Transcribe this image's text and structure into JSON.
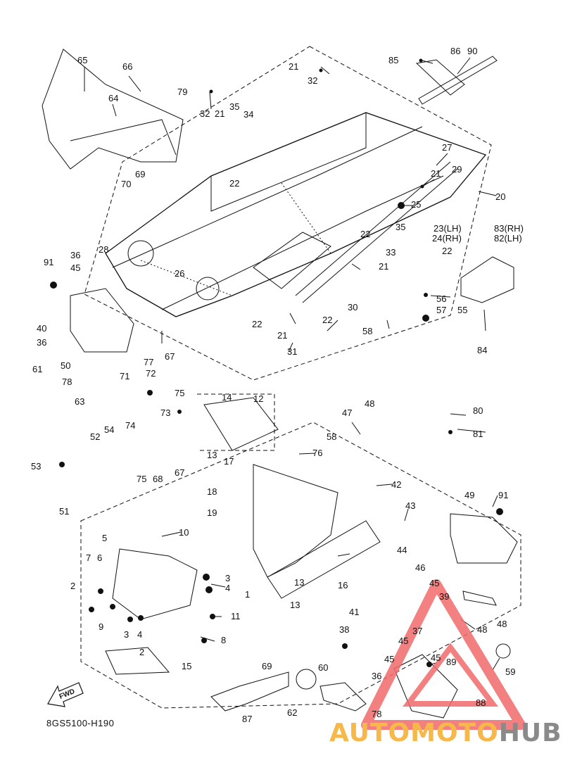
{
  "diagram": {
    "code": "8GS5100-H190",
    "fwd_label": "FWD",
    "watermark": {
      "part1": "AUTOMOTO",
      "part2": "HUB",
      "color_main": "#f7b84a",
      "color_secondary": "#8a8a8a",
      "logo_color": "#f26b6b"
    }
  },
  "callouts": [
    "65",
    "66",
    "64",
    "79",
    "21",
    "32",
    "35",
    "34",
    "70",
    "69",
    "85",
    "86",
    "90",
    "32",
    "21",
    "22",
    "27",
    "20",
    "29",
    "21",
    "25",
    "83(RH)",
    "82(LH)",
    "23(LH)",
    "24(RH)",
    "22",
    "35",
    "33",
    "22",
    "28",
    "26",
    "36",
    "45",
    "91",
    "21",
    "30",
    "40",
    "36",
    "22",
    "21",
    "22",
    "50",
    "31",
    "77",
    "67",
    "56",
    "57",
    "55",
    "58",
    "84",
    "61",
    "78",
    "71",
    "72",
    "75",
    "14",
    "12",
    "48",
    "80",
    "63",
    "74",
    "73",
    "47",
    "58",
    "81",
    "54",
    "52",
    "53",
    "76",
    "13",
    "17",
    "75",
    "68",
    "67",
    "42",
    "51",
    "18",
    "19",
    "49",
    "91",
    "43",
    "10",
    "5",
    "7",
    "6",
    "13",
    "44",
    "46",
    "3",
    "4",
    "2",
    "1",
    "16",
    "45",
    "39",
    "48",
    "48",
    "11",
    "9",
    "37",
    "3",
    "4",
    "2",
    "8",
    "41",
    "38",
    "45",
    "45",
    "13",
    "15",
    "69",
    "45",
    "89",
    "60",
    "59",
    "36",
    "62",
    "78",
    "88",
    "87"
  ]
}
